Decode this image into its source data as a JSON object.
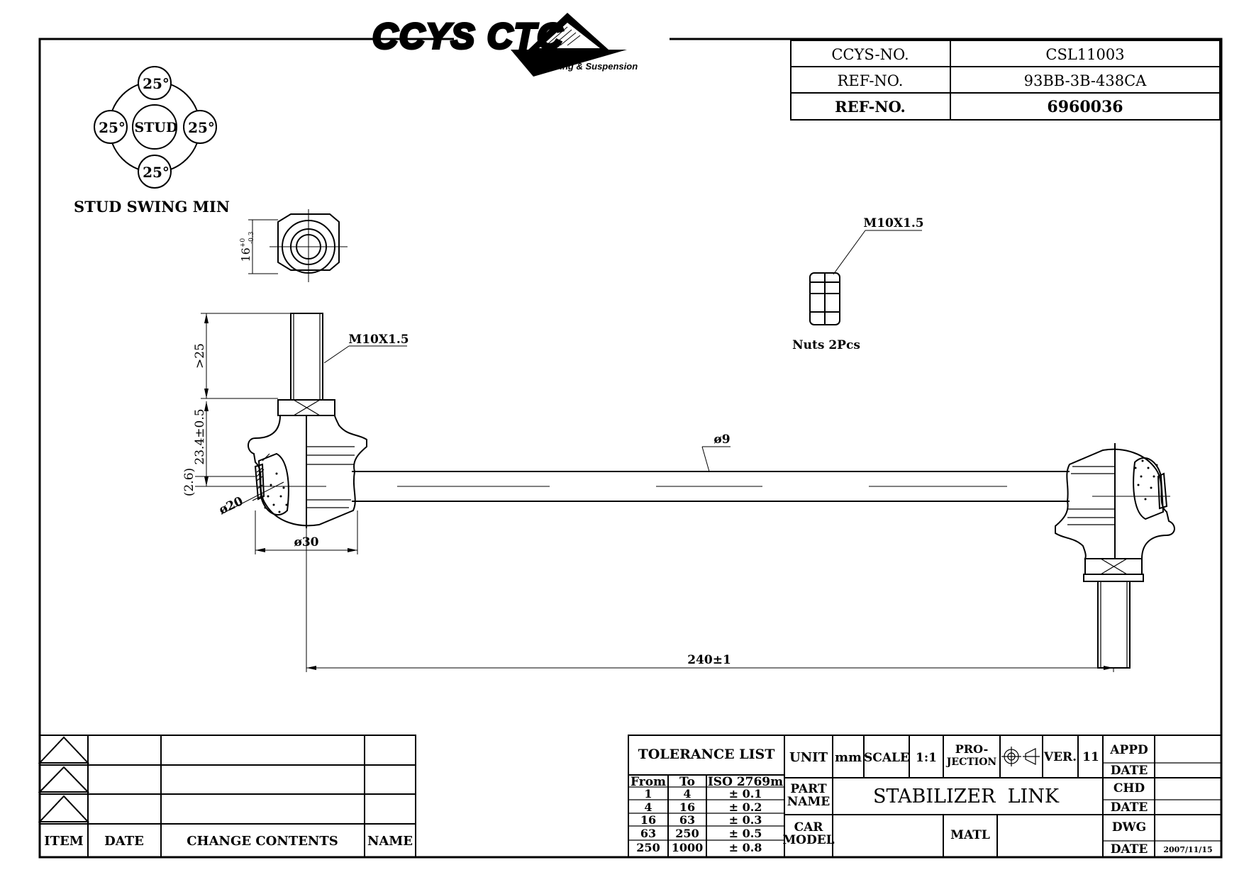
{
  "brand": {
    "logo_text": "CCYS CTC",
    "tagline": "Steering & Suspension"
  },
  "id_block": {
    "rows": [
      {
        "label": "CCYS-NO.",
        "value": "CSL11003"
      },
      {
        "label": "REF-NO.",
        "value": "93BB-3B-438CA"
      },
      {
        "label": "REF-NO.",
        "value": "6960036"
      }
    ]
  },
  "stud_swing": {
    "center_label": "STUD",
    "angle_top": "25°",
    "angle_left": "25°",
    "angle_right": "25°",
    "angle_bottom": "25°",
    "caption": "STUD SWING MIN"
  },
  "nut_view": {
    "thread": "M10X1.5",
    "caption": "Nuts 2Pcs",
    "width_dim": "16",
    "width_tol_upper": "+0",
    "width_tol_lower": "-0.3"
  },
  "dimensions": {
    "stud_thread": "M10X1.5",
    "stud_length": ">25",
    "stud_height": "23.4±0.5",
    "offset": "(2.6)",
    "ball_dia": "ø20",
    "housing_dia": "ø30",
    "rod_dia": "ø9",
    "overall_length": "240±1"
  },
  "revision_table": {
    "headers": {
      "item": "ITEM",
      "date": "DATE",
      "contents": "CHANGE CONTENTS",
      "name": "NAME"
    }
  },
  "title_block": {
    "tolerance_title": "TOLERANCE LIST",
    "tolerance_headers": {
      "from": "From",
      "to": "To",
      "std": "ISO 2769m"
    },
    "tolerance_rows": [
      {
        "from": "1",
        "to": "4",
        "tol": "± 0.1"
      },
      {
        "from": "4",
        "to": "16",
        "tol": "± 0.2"
      },
      {
        "from": "16",
        "to": "63",
        "tol": "± 0.3"
      },
      {
        "from": "63",
        "to": "250",
        "tol": "± 0.5"
      },
      {
        "from": "250",
        "to": "1000",
        "tol": "± 0.8"
      }
    ],
    "unit_label": "UNIT",
    "unit_value": "mm",
    "scale_label": "SCALE",
    "scale_value": "1:1",
    "projection_label_1": "PRO-",
    "projection_label_2": "JECTION",
    "ver_label": "VER.",
    "ver_value": "11",
    "part_name_label_1": "PART",
    "part_name_label_2": "NAME",
    "part_name": "STABILIZER  LINK",
    "car_model_label_1": "CAR",
    "car_model_label_2": "MODEL",
    "matl_label": "MATL",
    "appd_label": "APPD",
    "chd_label": "CHD",
    "dwg_label": "DWG",
    "date_label": "DATE",
    "dwg_date": "2007/11/15"
  }
}
